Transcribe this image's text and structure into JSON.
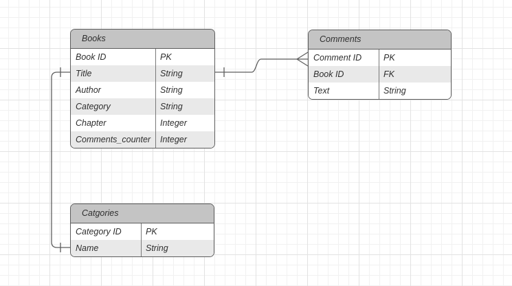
{
  "canvas": {
    "background": "#ffffff",
    "grid_minor_color": "#f1f1f1",
    "grid_major_color": "#e2e2e2"
  },
  "colors": {
    "header_fill": "#c4c4c4",
    "row_fill": "#ffffff",
    "row_alt_fill": "#e9e9e9",
    "border": "#5c5c5c",
    "column_divider": "#787878",
    "text": "#2e2e2e",
    "connector": "#5e5e5e"
  },
  "tables": [
    {
      "title": "Books",
      "rows": [
        {
          "name": "Book ID",
          "type": "PK"
        },
        {
          "name": "Title",
          "type": "String"
        },
        {
          "name": "Author",
          "type": "String"
        },
        {
          "name": "Category",
          "type": "String"
        },
        {
          "name": "Chapter",
          "type": "Integer"
        },
        {
          "name": "Comments_counter",
          "type": "Integer"
        }
      ]
    },
    {
      "title": "Comments",
      "rows": [
        {
          "name": "Comment ID",
          "type": "PK"
        },
        {
          "name": "Book ID",
          "type": "FK"
        },
        {
          "name": "Text",
          "type": "String"
        }
      ]
    },
    {
      "title": "Catgories",
      "rows": [
        {
          "name": "Category ID",
          "type": "PK"
        },
        {
          "name": "Name",
          "type": "String"
        }
      ]
    }
  ],
  "connectors": [
    {
      "id": "books-to-comments",
      "from": "Books.Title",
      "to": "Comments.Comment ID",
      "from_cardinality": "one",
      "to_cardinality": "many"
    },
    {
      "id": "books-to-catgories",
      "from": "Books.Title",
      "to": "Catgories.Name",
      "from_cardinality": "one",
      "to_cardinality": "one"
    }
  ]
}
